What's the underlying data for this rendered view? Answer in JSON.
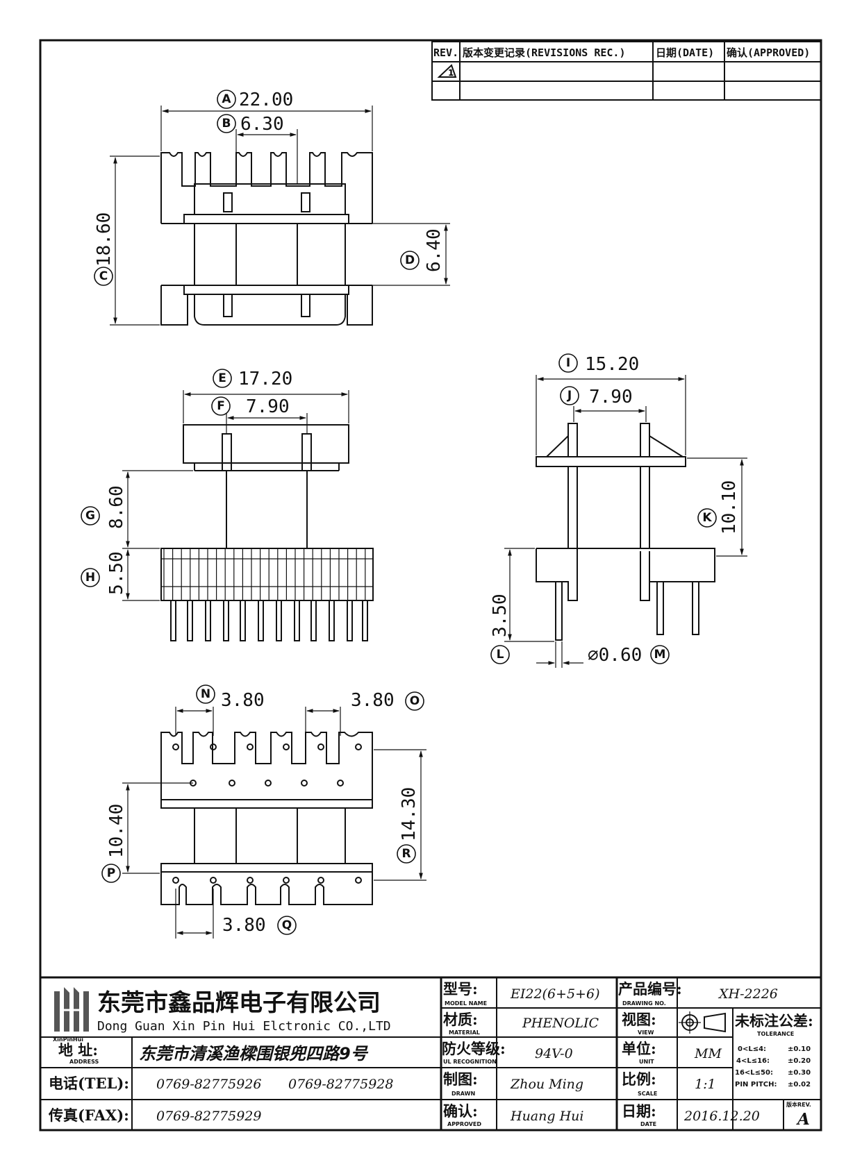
{
  "revision_table": {
    "headers": [
      "REV.",
      "版本变更记录(REVISIONS REC.)",
      "日期(DATE)",
      "确认(APPROVED)"
    ],
    "rev_symbol": "1"
  },
  "dimensions": {
    "A": {
      "letter": "A",
      "value": "22.00"
    },
    "B": {
      "letter": "B",
      "value": "6.30"
    },
    "C": {
      "letter": "C",
      "value": "18.60"
    },
    "D": {
      "letter": "D",
      "value": "6.40"
    },
    "E": {
      "letter": "E",
      "value": "17.20"
    },
    "F": {
      "letter": "F",
      "value": "7.90"
    },
    "G": {
      "letter": "G",
      "value": "8.60"
    },
    "H": {
      "letter": "H",
      "value": "5.50"
    },
    "I": {
      "letter": "I",
      "value": "15.20"
    },
    "J": {
      "letter": "J",
      "value": "7.90"
    },
    "K": {
      "letter": "K",
      "value": "10.10"
    },
    "L": {
      "letter": "L",
      "value": "3.50"
    },
    "M": {
      "letter": "M",
      "value": "⌀0.60"
    },
    "N": {
      "letter": "N",
      "value": "3.80"
    },
    "O": {
      "letter": "O",
      "value": "3.80"
    },
    "P": {
      "letter": "P",
      "value": "10.40"
    },
    "Q": {
      "letter": "Q",
      "value": "3.80"
    },
    "R": {
      "letter": "R",
      "value": "14.30"
    }
  },
  "title_block": {
    "company_cn": "东莞市鑫品辉电子有限公司",
    "company_en": "Dong Guan Xin Pin Hui Elctronic CO.,LTD",
    "logo_text": "XinPinHui",
    "address_label": "地 址:",
    "address_label_en": "ADDRESS",
    "address": "东莞市清溪渔樑围银兜四路9号",
    "tel_label": "电话(TEL):",
    "tel1": "0769-82775926",
    "tel2": "0769-82775928",
    "fax_label": "传真(FAX):",
    "fax": "0769-82775929",
    "model_label": "型号:",
    "model_label_en": "MODEL NAME",
    "model": "EI22(6+5+6)",
    "material_label": "材质:",
    "material_label_en": "MATERIAL",
    "material": "PHENOLIC",
    "fire_label": "防火等级:",
    "fire_label_en": "UL RECOGNITION",
    "fire": "94V-0",
    "drawn_label": "制图:",
    "drawn_label_en": "DRAWN",
    "drawn": "Zhou Ming",
    "approved_label": "确认:",
    "approved_label_en": "APPROVED",
    "approved": "Huang Hui",
    "drawing_no_label": "产品编号:",
    "drawing_no_label_en": "DRAWING NO.",
    "drawing_no": "XH-2226",
    "view_label": "视图:",
    "view_label_en": "VIEW",
    "tolerance_label": "未标注公差:",
    "tolerance_label_en": "TOLERANCE",
    "unit_label": "单位:",
    "unit_label_en": "UNIT",
    "unit": "MM",
    "scale_label": "比例:",
    "scale_label_en": "SCALE",
    "scale": "1:1",
    "date_label": "日期:",
    "date_label_en": "DATE",
    "date": "2016.12.20",
    "rev_label": "版本REV.",
    "rev": "A",
    "tolerances": [
      {
        "range": "0<L≤4:",
        "value": "±0.10"
      },
      {
        "range": "4<L≤16:",
        "value": "±0.20"
      },
      {
        "range": "16<L≤50:",
        "value": "±0.30"
      },
      {
        "range": "PIN PITCH:",
        "value": "±0.02"
      }
    ]
  }
}
